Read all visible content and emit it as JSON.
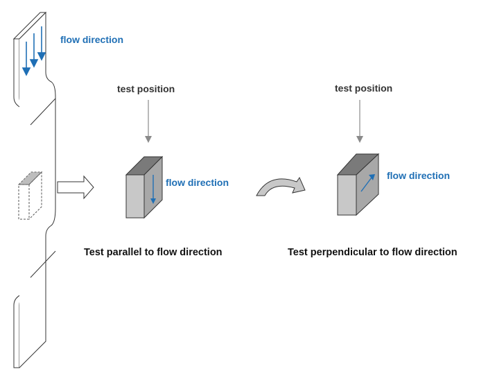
{
  "labels": {
    "flow_direction": "flow direction",
    "test_position": "test position",
    "test_parallel": "Test parallel to flow direction",
    "test_perpendicular": "Test perpendicular to flow direction"
  },
  "colors": {
    "flow_blue": "#1f6fb5",
    "arrow_gray": "#8a8a8a",
    "block_front": "#c8c8c8",
    "block_top": "#7a7a7a",
    "block_side": "#a8a8a8"
  }
}
